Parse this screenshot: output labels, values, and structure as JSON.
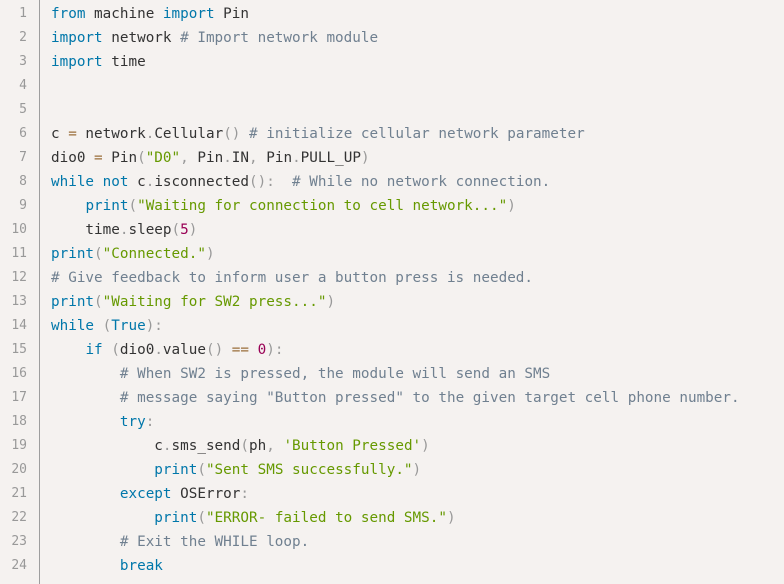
{
  "colors": {
    "background": "#f5f2f0",
    "keyword": "#0077aa",
    "comment": "#708090",
    "string": "#669900",
    "number": "#990055",
    "operator": "#9a6e3a",
    "punctuation": "#999999",
    "function": "#dd4a68",
    "plain": "#333333"
  },
  "lines": [
    {
      "n": "1",
      "tokens": [
        {
          "t": "keyword",
          "v": "from"
        },
        {
          "t": "plain",
          "v": " machine "
        },
        {
          "t": "keyword",
          "v": "import"
        },
        {
          "t": "plain",
          "v": " Pin"
        }
      ]
    },
    {
      "n": "2",
      "tokens": [
        {
          "t": "keyword",
          "v": "import"
        },
        {
          "t": "plain",
          "v": " network "
        },
        {
          "t": "comment",
          "v": "# Import network module"
        }
      ]
    },
    {
      "n": "3",
      "tokens": [
        {
          "t": "keyword",
          "v": "import"
        },
        {
          "t": "plain",
          "v": " time"
        }
      ]
    },
    {
      "n": "4",
      "tokens": []
    },
    {
      "n": "5",
      "tokens": []
    },
    {
      "n": "6",
      "tokens": [
        {
          "t": "plain",
          "v": "c "
        },
        {
          "t": "operator",
          "v": "="
        },
        {
          "t": "plain",
          "v": " network"
        },
        {
          "t": "punctuation",
          "v": "."
        },
        {
          "t": "plain",
          "v": "Cellular"
        },
        {
          "t": "punctuation",
          "v": "()"
        },
        {
          "t": "plain",
          "v": " "
        },
        {
          "t": "comment",
          "v": "# initialize cellular network parameter"
        }
      ]
    },
    {
      "n": "7",
      "tokens": [
        {
          "t": "plain",
          "v": "dio0 "
        },
        {
          "t": "operator",
          "v": "="
        },
        {
          "t": "plain",
          "v": " Pin"
        },
        {
          "t": "punctuation",
          "v": "("
        },
        {
          "t": "string",
          "v": "\"D0\""
        },
        {
          "t": "punctuation",
          "v": ","
        },
        {
          "t": "plain",
          "v": " Pin"
        },
        {
          "t": "punctuation",
          "v": "."
        },
        {
          "t": "plain",
          "v": "IN"
        },
        {
          "t": "punctuation",
          "v": ","
        },
        {
          "t": "plain",
          "v": " Pin"
        },
        {
          "t": "punctuation",
          "v": "."
        },
        {
          "t": "plain",
          "v": "PULL_UP"
        },
        {
          "t": "punctuation",
          "v": ")"
        }
      ]
    },
    {
      "n": "8",
      "tokens": [
        {
          "t": "keyword",
          "v": "while"
        },
        {
          "t": "plain",
          "v": " "
        },
        {
          "t": "keyword",
          "v": "not"
        },
        {
          "t": "plain",
          "v": " c"
        },
        {
          "t": "punctuation",
          "v": "."
        },
        {
          "t": "plain",
          "v": "isconnected"
        },
        {
          "t": "punctuation",
          "v": "():"
        },
        {
          "t": "plain",
          "v": "  "
        },
        {
          "t": "comment",
          "v": "# While no network connection."
        }
      ]
    },
    {
      "n": "9",
      "tokens": [
        {
          "t": "plain",
          "v": "    "
        },
        {
          "t": "keyword",
          "v": "print"
        },
        {
          "t": "punctuation",
          "v": "("
        },
        {
          "t": "string",
          "v": "\"Waiting for connection to cell network...\""
        },
        {
          "t": "punctuation",
          "v": ")"
        }
      ]
    },
    {
      "n": "10",
      "tokens": [
        {
          "t": "plain",
          "v": "    time"
        },
        {
          "t": "punctuation",
          "v": "."
        },
        {
          "t": "plain",
          "v": "sleep"
        },
        {
          "t": "punctuation",
          "v": "("
        },
        {
          "t": "number",
          "v": "5"
        },
        {
          "t": "punctuation",
          "v": ")"
        }
      ]
    },
    {
      "n": "11",
      "tokens": [
        {
          "t": "keyword",
          "v": "print"
        },
        {
          "t": "punctuation",
          "v": "("
        },
        {
          "t": "string",
          "v": "\"Connected.\""
        },
        {
          "t": "punctuation",
          "v": ")"
        }
      ]
    },
    {
      "n": "12",
      "tokens": [
        {
          "t": "comment",
          "v": "# Give feedback to inform user a button press is needed."
        }
      ]
    },
    {
      "n": "13",
      "tokens": [
        {
          "t": "keyword",
          "v": "print"
        },
        {
          "t": "punctuation",
          "v": "("
        },
        {
          "t": "string",
          "v": "\"Waiting for SW2 press...\""
        },
        {
          "t": "punctuation",
          "v": ")"
        }
      ]
    },
    {
      "n": "14",
      "tokens": [
        {
          "t": "keyword",
          "v": "while"
        },
        {
          "t": "plain",
          "v": " "
        },
        {
          "t": "punctuation",
          "v": "("
        },
        {
          "t": "keyword",
          "v": "True"
        },
        {
          "t": "punctuation",
          "v": "):"
        }
      ]
    },
    {
      "n": "15",
      "tokens": [
        {
          "t": "plain",
          "v": "    "
        },
        {
          "t": "keyword",
          "v": "if"
        },
        {
          "t": "plain",
          "v": " "
        },
        {
          "t": "punctuation",
          "v": "("
        },
        {
          "t": "plain",
          "v": "dio0"
        },
        {
          "t": "punctuation",
          "v": "."
        },
        {
          "t": "plain",
          "v": "value"
        },
        {
          "t": "punctuation",
          "v": "()"
        },
        {
          "t": "plain",
          "v": " "
        },
        {
          "t": "operator",
          "v": "=="
        },
        {
          "t": "plain",
          "v": " "
        },
        {
          "t": "number",
          "v": "0"
        },
        {
          "t": "punctuation",
          "v": "):"
        }
      ]
    },
    {
      "n": "16",
      "tokens": [
        {
          "t": "plain",
          "v": "        "
        },
        {
          "t": "comment",
          "v": "# When SW2 is pressed, the module will send an SMS"
        }
      ]
    },
    {
      "n": "17",
      "tokens": [
        {
          "t": "plain",
          "v": "        "
        },
        {
          "t": "comment",
          "v": "# message saying \"Button pressed\" to the given target cell phone number."
        }
      ]
    },
    {
      "n": "18",
      "tokens": [
        {
          "t": "plain",
          "v": "        "
        },
        {
          "t": "keyword",
          "v": "try"
        },
        {
          "t": "punctuation",
          "v": ":"
        }
      ]
    },
    {
      "n": "19",
      "tokens": [
        {
          "t": "plain",
          "v": "            c"
        },
        {
          "t": "punctuation",
          "v": "."
        },
        {
          "t": "plain",
          "v": "sms_send"
        },
        {
          "t": "punctuation",
          "v": "("
        },
        {
          "t": "plain",
          "v": "ph"
        },
        {
          "t": "punctuation",
          "v": ","
        },
        {
          "t": "plain",
          "v": " "
        },
        {
          "t": "string",
          "v": "'Button Pressed'"
        },
        {
          "t": "punctuation",
          "v": ")"
        }
      ]
    },
    {
      "n": "20",
      "tokens": [
        {
          "t": "plain",
          "v": "            "
        },
        {
          "t": "keyword",
          "v": "print"
        },
        {
          "t": "punctuation",
          "v": "("
        },
        {
          "t": "string",
          "v": "\"Sent SMS successfully.\""
        },
        {
          "t": "punctuation",
          "v": ")"
        }
      ]
    },
    {
      "n": "21",
      "tokens": [
        {
          "t": "plain",
          "v": "        "
        },
        {
          "t": "keyword",
          "v": "except"
        },
        {
          "t": "plain",
          "v": " OSError"
        },
        {
          "t": "punctuation",
          "v": ":"
        }
      ]
    },
    {
      "n": "22",
      "tokens": [
        {
          "t": "plain",
          "v": "            "
        },
        {
          "t": "keyword",
          "v": "print"
        },
        {
          "t": "punctuation",
          "v": "("
        },
        {
          "t": "string",
          "v": "\"ERROR- failed to send SMS.\""
        },
        {
          "t": "punctuation",
          "v": ")"
        }
      ]
    },
    {
      "n": "23",
      "tokens": [
        {
          "t": "plain",
          "v": "        "
        },
        {
          "t": "comment",
          "v": "# Exit the WHILE loop."
        }
      ]
    },
    {
      "n": "24",
      "tokens": [
        {
          "t": "plain",
          "v": "        "
        },
        {
          "t": "keyword",
          "v": "break"
        }
      ]
    }
  ]
}
